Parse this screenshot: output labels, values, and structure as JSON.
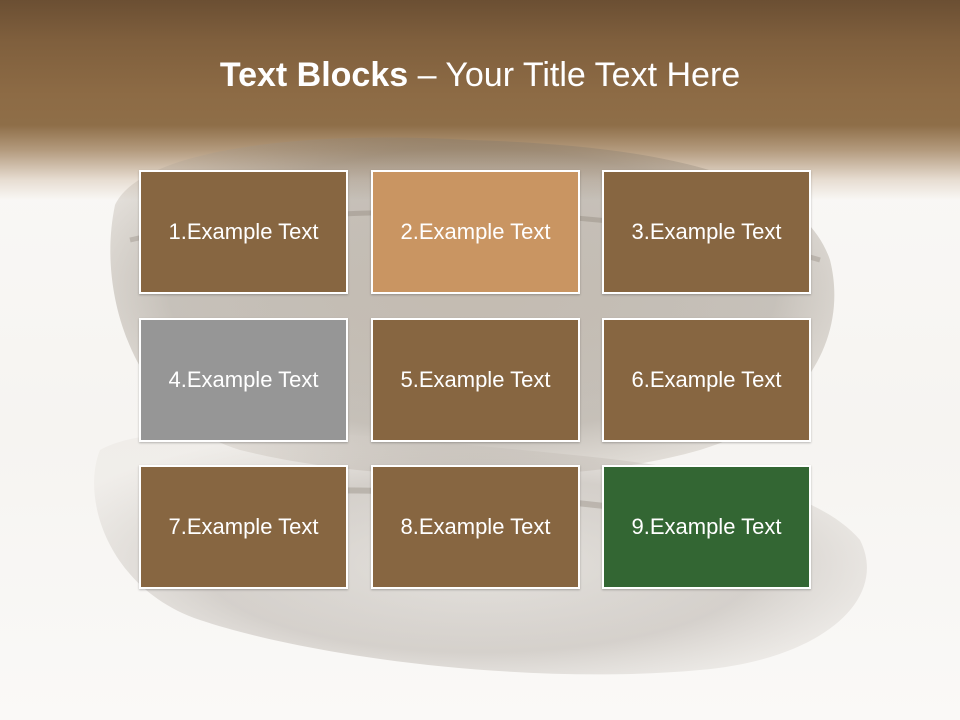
{
  "slide": {
    "title_bold": "Text Blocks",
    "title_separator": " – ",
    "title_rest": "Your Title Text Here"
  },
  "blocks": [
    {
      "label": "1.Example Text",
      "color": "#876641"
    },
    {
      "label": "2.Example Text",
      "color": "#c99562"
    },
    {
      "label": "3.Example Text",
      "color": "#876641"
    },
    {
      "label": "4.Example Text",
      "color": "#969696"
    },
    {
      "label": "5.Example Text",
      "color": "#876641"
    },
    {
      "label": "6.Example Text",
      "color": "#876641"
    },
    {
      "label": "7.Example Text",
      "color": "#876641"
    },
    {
      "label": "8.Example Text",
      "color": "#876641"
    },
    {
      "label": "9.Example Text",
      "color": "#336633"
    }
  ],
  "colors": {
    "header_brown": "#8d6b45",
    "title_text": "#ffffff"
  }
}
